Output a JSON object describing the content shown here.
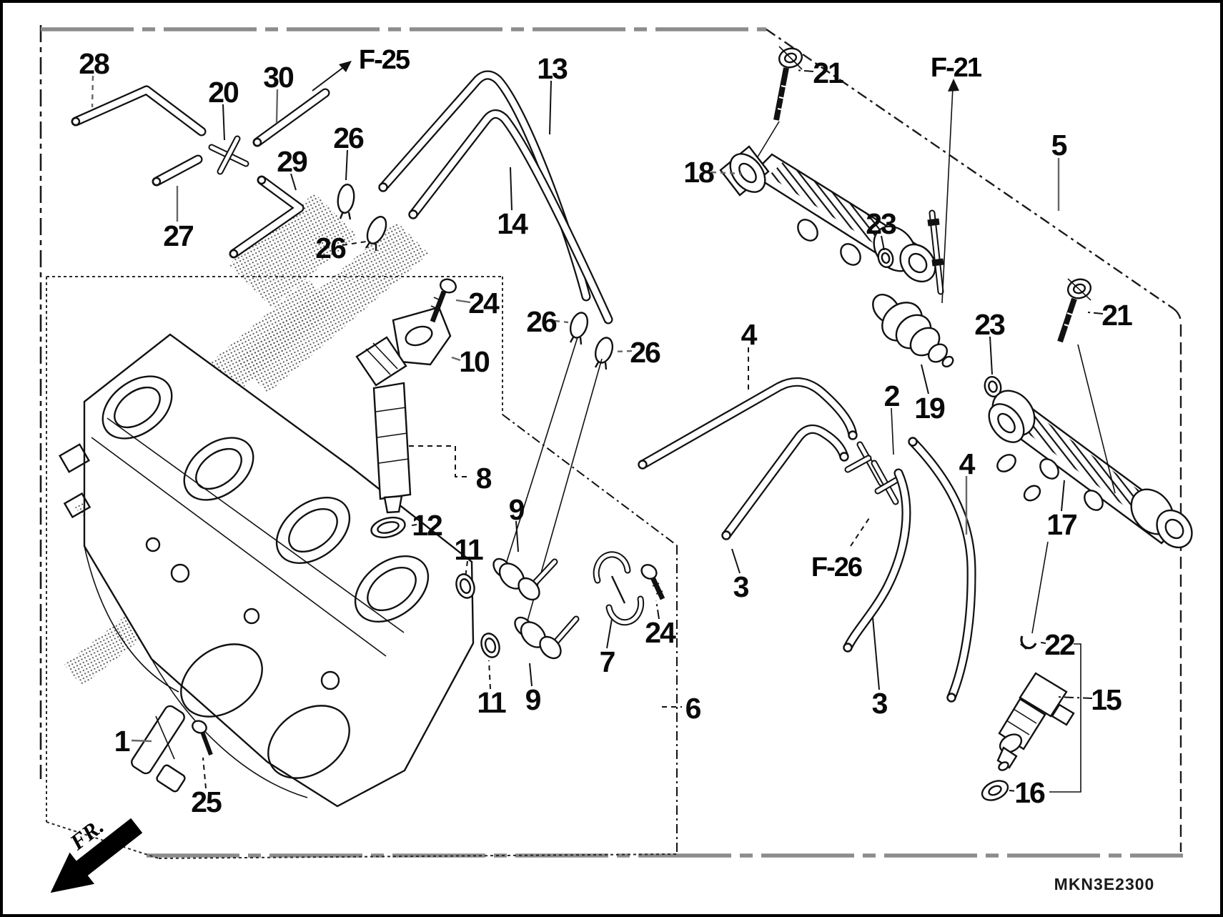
{
  "diagram": {
    "part_code": "MKN3E2300",
    "front_marker": "FR.",
    "refs": {
      "f25": "F-25",
      "f21": "F-21",
      "f26": "F-26"
    },
    "labels": {
      "n1": "1",
      "n2": "2",
      "n3": "3",
      "n4": "4",
      "n5": "5",
      "n6": "6",
      "n7": "7",
      "n8": "8",
      "n9": "9",
      "n10": "10",
      "n11": "11",
      "n12": "12",
      "n13": "13",
      "n14": "14",
      "n15": "15",
      "n16": "16",
      "n17": "17",
      "n18": "18",
      "n19": "19",
      "n20": "20",
      "n21": "21",
      "n22": "22",
      "n23": "23",
      "n24": "24",
      "n25": "25",
      "n26": "26",
      "n27": "27",
      "n28": "28",
      "n29": "29",
      "n30": "30"
    }
  }
}
